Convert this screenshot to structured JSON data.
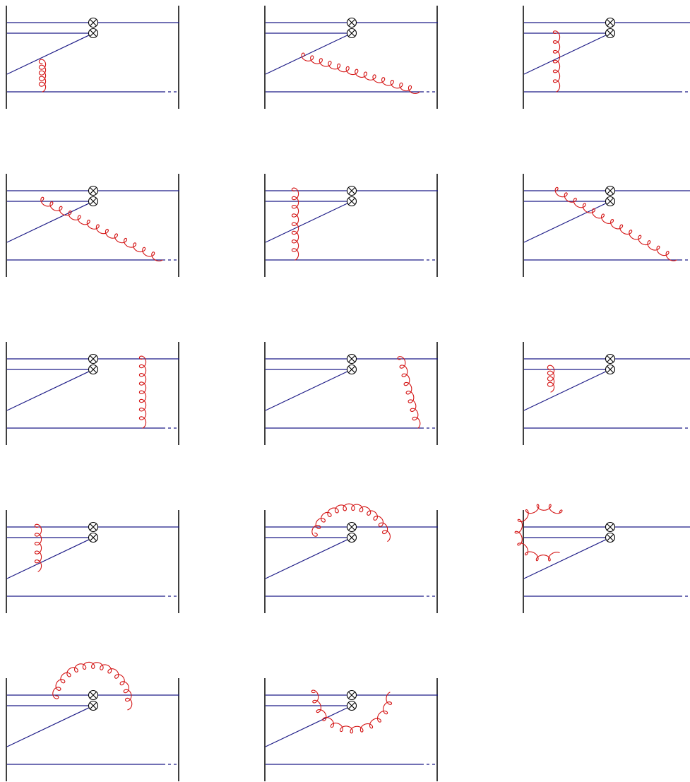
{
  "colors": {
    "background": "#ffffff",
    "quark_line": "#1c1a86",
    "gluon": "#d41414",
    "wall": "#000000",
    "vertex": "#000000"
  },
  "diagrams": [
    {
      "id": 1,
      "gluon_kind": "exchange",
      "gluon_loops": 5
    },
    {
      "id": 2,
      "gluon_kind": "exchange",
      "gluon_loops": 13
    },
    {
      "id": 3,
      "gluon_kind": "exchange",
      "gluon_loops": 6
    },
    {
      "id": 4,
      "gluon_kind": "exchange",
      "gluon_loops": 13
    },
    {
      "id": 5,
      "gluon_kind": "exchange",
      "gluon_loops": 8
    },
    {
      "id": 6,
      "gluon_kind": "exchange",
      "gluon_loops": 13
    },
    {
      "id": 7,
      "gluon_kind": "exchange",
      "gluon_loops": 8
    },
    {
      "id": 8,
      "gluon_kind": "exchange",
      "gluon_loops": 8
    },
    {
      "id": 9,
      "gluon_kind": "exchange",
      "gluon_loops": 4
    },
    {
      "id": 10,
      "gluon_kind": "exchange",
      "gluon_loops": 5
    },
    {
      "id": 11,
      "gluon_kind": "self-energy",
      "gluon_loops": 12
    },
    {
      "id": 12,
      "gluon_kind": "self-energy",
      "gluon_loops": 10
    },
    {
      "id": 13,
      "gluon_kind": "self-energy",
      "gluon_loops": 13
    },
    {
      "id": 14,
      "gluon_kind": "self-energy",
      "gluon_loops": 12
    }
  ]
}
